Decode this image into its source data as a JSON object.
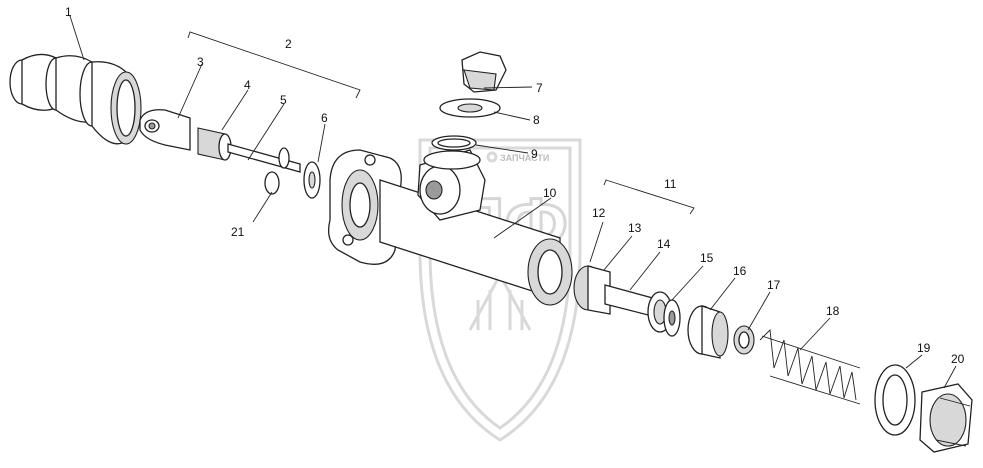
{
  "watermark": {
    "logo_text": "ЗПФ",
    "brand_text": "ЗАПЧАСТИ"
  },
  "callouts": {
    "c1": "1",
    "c2": "2",
    "c3": "3",
    "c4": "4",
    "c5": "5",
    "c6": "6",
    "c7": "7",
    "c8": "8",
    "c9": "9",
    "c10": "10",
    "c11": "11",
    "c12": "12",
    "c13": "13",
    "c14": "14",
    "c15": "15",
    "c16": "16",
    "c17": "17",
    "c18": "18",
    "c19": "19",
    "c20": "20",
    "c21": "21"
  }
}
